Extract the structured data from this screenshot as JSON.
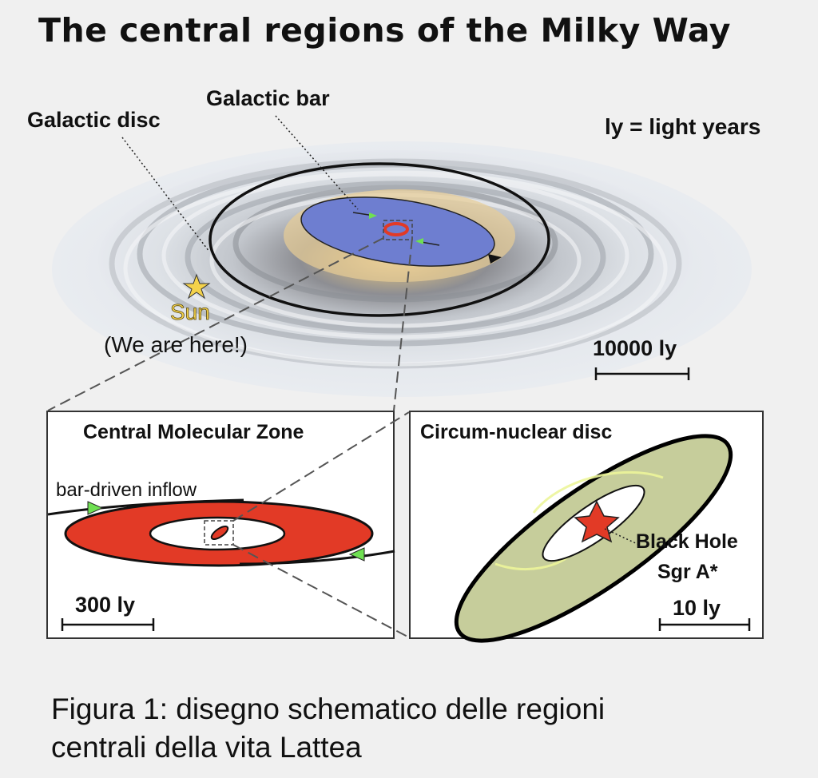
{
  "title": "The central regions of the Milky Way",
  "labels": {
    "galactic_disc": "Galactic disc",
    "galactic_bar": "Galactic bar",
    "light_years": "ly = light years",
    "sun": "Sun",
    "we_are_here": "(We are here!)",
    "scale_main": "10000 ly"
  },
  "panels": {
    "cmz": {
      "title": "Central Molecular Zone",
      "inflow": "bar-driven inflow",
      "scale": "300 ly"
    },
    "cnd": {
      "title": "Circum-nuclear disc",
      "black_hole": "Black Hole",
      "sgr": "Sgr A*",
      "scale": "10 ly"
    }
  },
  "caption": {
    "line1": "Figura 1: disegno schematico delle regioni",
    "line2": "centrali della vita Lattea"
  },
  "colors": {
    "bar": "#6e7ed0",
    "ring": "#e23a26",
    "cnd_disc": "#c6cd9b",
    "inflow_arrow": "#6fe052",
    "sun": "#f4d24a"
  }
}
